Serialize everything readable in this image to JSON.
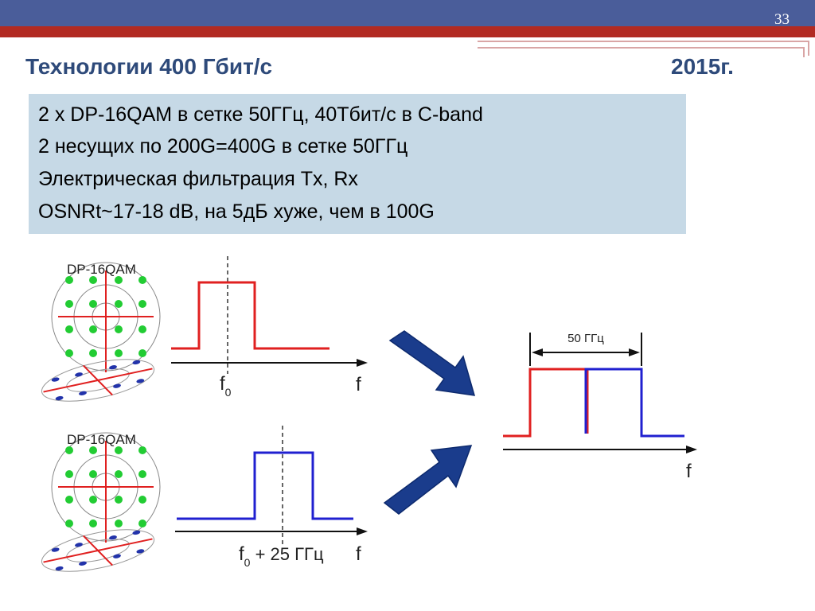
{
  "slide": {
    "number": "33",
    "title": "Технологии 400 Гбит/с",
    "year": "2015г.",
    "colors": {
      "header_blue": "#4a5d9a",
      "header_red": "#b22a22",
      "title": "#2e4a7a",
      "box": "#c6d9e6"
    }
  },
  "bullets": [
    "2 x DP-16QAM в сетке 50ГГц, 40Тбит/с в C-band",
    "2 несущих по 200G=400G в сетке 50ГГц",
    "Электрическая фильтрация Tx, Rx",
    "OSNRt~17-18 dB, на 5дБ хуже, чем в 100G"
  ],
  "diagram": {
    "constellation_label_top": "DP-16QAM",
    "constellation_label_bottom": "DP-16QAM",
    "top_carrier": {
      "color": "#e02020",
      "freq_label": "f",
      "freq_sub": "0",
      "axis_label": "f"
    },
    "bottom_carrier": {
      "color": "#2020d0",
      "freq_label": "f",
      "freq_sub": "0",
      "freq_suffix": " + 25 ГГц",
      "axis_label": "f"
    },
    "combined": {
      "spacing_label": "50 ГГц",
      "axis_label": "f"
    },
    "arrow_color": "#1a3c8c"
  }
}
